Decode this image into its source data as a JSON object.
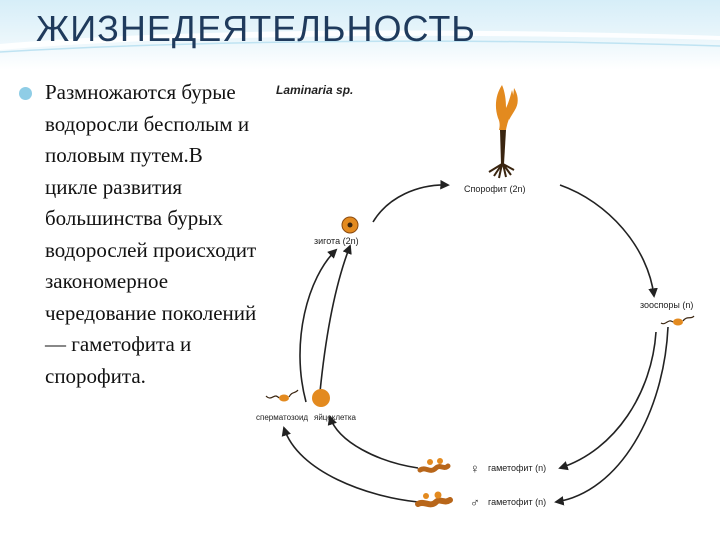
{
  "slide": {
    "title": "ЖИЗНЕДЕЯТЕЛЬНОСТЬ",
    "bullet_text": "Размножаются бурые водоросли бесполым и половым путем.В цикле развития большинства бурых водорослей происходит закономерное чередование поколений — гаметофита и спорофита."
  },
  "diagram": {
    "organism": "Laminaria sp.",
    "sporophyte": "Спорофит (2n)",
    "zoospores": "зооспоры (n)",
    "gametophyte_female": "гаметофит (n)",
    "gametophyte_male": "гаметофит (n)",
    "female_symbol": "♀",
    "male_symbol": "♂",
    "spermatozoid": "сперматозоид",
    "egg_cell": "яйцеклетка",
    "zygote": "зигота (2n)"
  },
  "colors": {
    "title_text": "#1f3a5c",
    "bullet_dot": "#8fcde6",
    "organism_orange": "#e38a1f",
    "stalk_brown": "#3a2510"
  }
}
